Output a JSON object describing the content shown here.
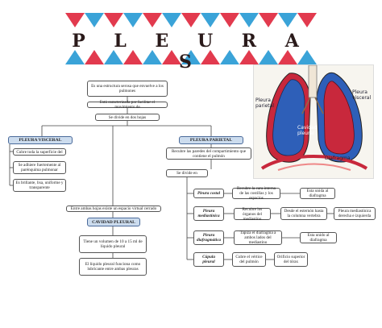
{
  "title": "P L E U R A S",
  "banner_colors": {
    "red": "#e23a4e",
    "blue": "#3aa3d8"
  },
  "nodes": {
    "n1": "Es una estructura serosa que envuelve a los pulmones",
    "n2": "Está caracterizada por facilitar el movimiento de",
    "n3": "Se divide en dos hojas",
    "visceral": "PLEURA VISCERAL",
    "parietal": "PLEURA PARIETAL",
    "v1": "Cubre toda la superficie del",
    "v2": "Se adhiere fuertemente al parénquima pulmonar",
    "v3": "Es brillante, lisa, uniforme y transparente",
    "p1": "Recubre las paredes del compartimiento que contiene el pulmón",
    "p2": "Se divide en",
    "space": "Entre ambas hojas existe un espacio virtual cerrado",
    "cavidad": "CAVIDAD PLEURAL",
    "c1": "Tiene un volumen de 10 a 15 ml de líquido pleural",
    "c2": "El líquido pleural funciona como lubricante entre ambas pleuras",
    "costal": "Pleura costal",
    "costal_a": "Recubre la cara interna de las costillas y los espacios",
    "costal_b": "Esta unida al diafragma",
    "med": "Pleura mediastínica",
    "med_a": "Recubre los órganos del mediastino",
    "med_b": "Desde el esternón hasta la columna vertebra",
    "med_c": "Pleura mediastínica derecha e izquierda",
    "dia": "Pleura diafragmática",
    "dia_a": "Tapiza el diafragma a ambos lados del mediastino",
    "dia_b": "Esta unido al diafragma",
    "cup": "Cúpula pleural",
    "cup_a": "Cubre el vértice del pulmón",
    "cup_b": "Orificio superior del tórax"
  },
  "photo_labels": {
    "parietal": "Pleura parietal",
    "visceral": "Pleura visceral",
    "cavidad": "Cavidad pleural",
    "diafragma": "Diafragma"
  },
  "colors": {
    "lung_blue": "#2e5fb8",
    "lung_red": "#c8283c",
    "header_bg": "#ccdcee"
  }
}
